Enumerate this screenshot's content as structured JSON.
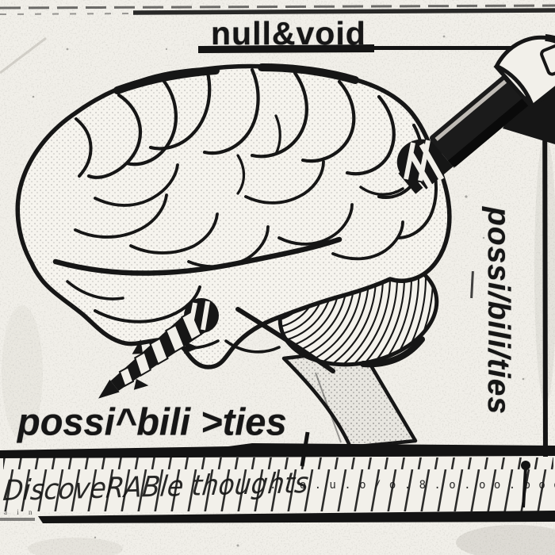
{
  "texts": {
    "title": "null&void",
    "vertical_text": "possi/bili/ties",
    "slogan": "possi^bili >ties",
    "handwriting": "DiscoveRABle thoughts",
    "ruler_marks": ". . o . u . o / o . 8 . o . o o . o o o o",
    "corner_marks": "a i n"
  },
  "colors": {
    "paper": "#f1efe9",
    "ink": "#161616"
  },
  "illustration": {
    "style": "black-and-white photocopied ink drawing",
    "elements": [
      "brain-illustration",
      "bolt-screw-top-right",
      "wood-screw-bottom-left",
      "cerebellum",
      "brainstem",
      "ruler-strip"
    ]
  }
}
